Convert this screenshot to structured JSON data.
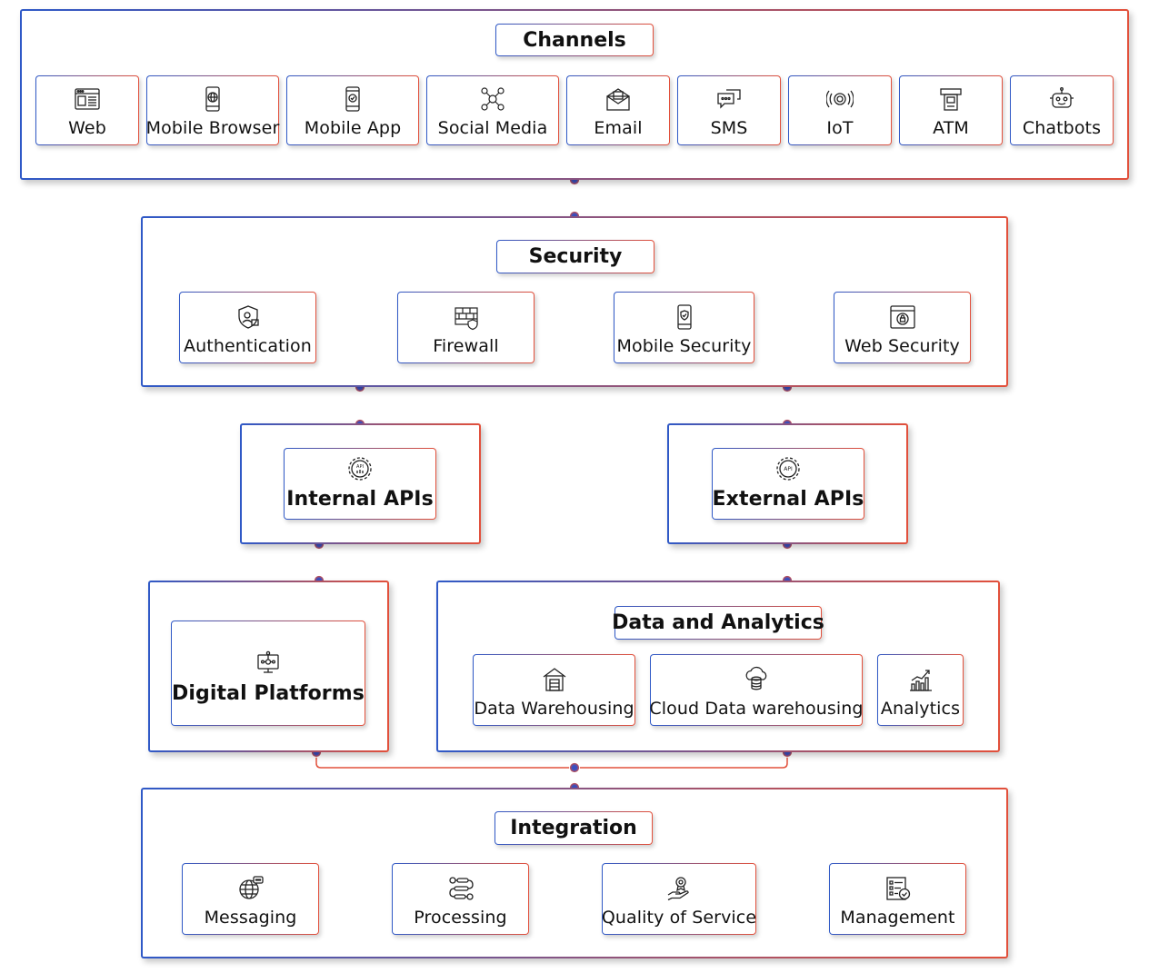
{
  "channels": {
    "title": "Channels",
    "items": [
      {
        "label": "Web",
        "icon": "browser-window-icon"
      },
      {
        "label": "Mobile Browser",
        "icon": "mobile-globe-icon"
      },
      {
        "label": "Mobile App",
        "icon": "mobile-check-icon"
      },
      {
        "label": "Social Media",
        "icon": "social-network-icon"
      },
      {
        "label": "Email",
        "icon": "envelope-icon"
      },
      {
        "label": "SMS",
        "icon": "chat-bubbles-icon"
      },
      {
        "label": "IoT",
        "icon": "iot-signal-icon"
      },
      {
        "label": "ATM",
        "icon": "atm-machine-icon"
      },
      {
        "label": "Chatbots",
        "icon": "robot-icon"
      }
    ]
  },
  "security": {
    "title": "Security",
    "items": [
      {
        "label": "Authentication",
        "icon": "shield-user-icon"
      },
      {
        "label": "Firewall",
        "icon": "brick-wall-icon"
      },
      {
        "label": "Mobile Security",
        "icon": "mobile-shield-icon"
      },
      {
        "label": "Web Security",
        "icon": "browser-lock-icon"
      }
    ]
  },
  "internal_apis": {
    "label": "Internal APIs",
    "icon": "api-gear-icon"
  },
  "external_apis": {
    "label": "External APIs",
    "icon": "api-gear-icon"
  },
  "digital_platforms": {
    "label": "Digital Platforms",
    "icon": "monitor-network-icon"
  },
  "data_analytics": {
    "title": "Data and Analytics",
    "items": [
      {
        "label": "Data Warehousing",
        "icon": "warehouse-icon"
      },
      {
        "label": "Cloud Data warehousing",
        "icon": "cloud-database-icon"
      },
      {
        "label": "Analytics",
        "icon": "bar-chart-icon"
      }
    ]
  },
  "integration": {
    "title": "Integration",
    "items": [
      {
        "label": "Messaging",
        "icon": "globe-chat-icon"
      },
      {
        "label": "Processing",
        "icon": "process-flow-icon"
      },
      {
        "label": "Quality of Service",
        "icon": "hand-award-icon"
      },
      {
        "label": "Management",
        "icon": "checklist-icon"
      }
    ]
  },
  "colors": {
    "accent_blue": "#2f59c7",
    "accent_red": "#e2503b"
  }
}
